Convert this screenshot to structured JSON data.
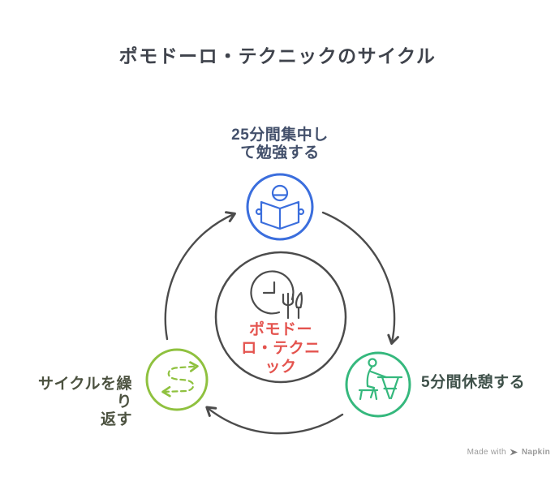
{
  "title": "ポモドーロ・テクニックのサイクル",
  "center": {
    "label": "ポモドーロ・テクニック",
    "lines": [
      "ポモドー",
      "ロ・テクニ",
      "ック"
    ],
    "text_color": "#e4534e",
    "ring_color": "#4c4c4c",
    "icon": "clock-and-cutlery"
  },
  "nodes": {
    "focus": {
      "label": "25分間集中して勉強する",
      "lines": [
        "25分間集中し",
        "て勉強する"
      ],
      "icon": "reading-person",
      "circle_color": "#3b6edd",
      "text_color": "#43506b"
    },
    "break": {
      "label": "5分間休憩する",
      "lines": [
        "5分間休憩する"
      ],
      "icon": "person-at-picnic-table",
      "circle_color": "#35b87d",
      "text_color": "#3f514a"
    },
    "repeat": {
      "label": "サイクルを繰り返す",
      "lines": [
        "サイクルを繰り",
        "返す"
      ],
      "icon": "dashed-cycle-arrows",
      "circle_color": "#8fc13f",
      "text_color": "#4c5240"
    }
  },
  "arrows": {
    "color": "#4c4c4c"
  },
  "footer": {
    "made_with": "Made with",
    "brand": "Napkin",
    "color": "#9b9b9b"
  },
  "background": "#ffffff"
}
